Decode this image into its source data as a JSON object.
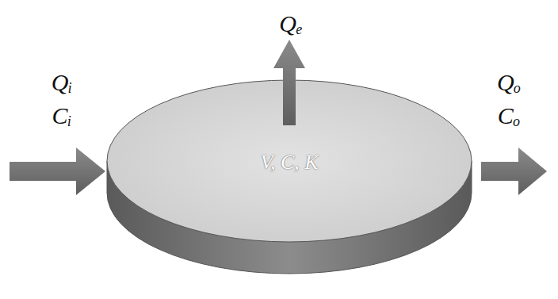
{
  "diagram": {
    "nodes": [
      {
        "text": [
          "V, C, K"
        ]
      }
    ],
    "labels": [
      "Qₑ",
      "Qᵢ",
      "Cᵢ",
      "Qₒ",
      "Cₒ"
    ]
  }
}
